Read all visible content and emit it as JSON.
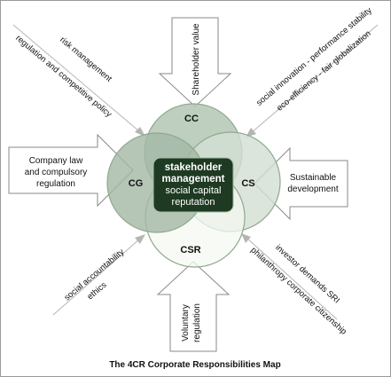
{
  "colors": {
    "frame": "#9a9a9a",
    "cc_fill": "#b3c7b5",
    "cs_fill": "#d3dfd3",
    "cg_fill": "#a2b8a5",
    "csr_fill": "#f4f8f1",
    "circle_stroke": "#8fa98f",
    "center_fill": "#1e3a22",
    "arrow_fill": "#ffffff",
    "arrow_stroke": "#8a8a8a",
    "diag_arrow": "#b5b5b5"
  },
  "circles": {
    "cc": "CC",
    "cg": "CG",
    "cs": "CS",
    "csr": "CSR"
  },
  "center": {
    "line1": "stakeholder",
    "line2": "management",
    "line3": "social capital",
    "line4": "reputation"
  },
  "arrows": {
    "top": "Shareholder value",
    "left_line1": "Company law",
    "left_line2": "and compulsory",
    "left_line3": "regulation",
    "right_line1": "Sustainable",
    "right_line2": "development",
    "bottom_line1": "Voluntary",
    "bottom_line2": "regulation"
  },
  "diagonals": {
    "top_left_line1": "risk management",
    "top_left_line2": "regulation and competitive policy",
    "top_right_line1": "social innovation - performance stability",
    "top_right_line2": "eco-efficiency - fair globalization",
    "bottom_left_line1": "social accountability",
    "bottom_left_line2": "ethics",
    "bottom_right_line1": "investor demands  SRI",
    "bottom_right_line2": "philanthropy corporate citizenship"
  },
  "caption": "The 4CR  Corporate Responsibilities Map"
}
